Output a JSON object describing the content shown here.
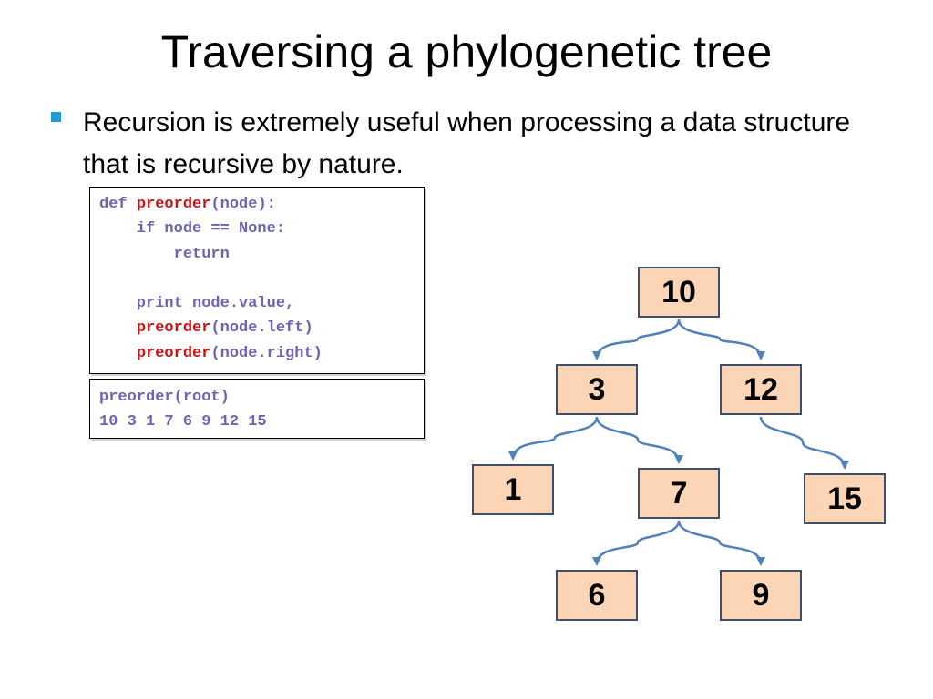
{
  "slide": {
    "title": "Traversing a phylogenetic tree",
    "bullet": "Recursion is extremely useful when processing a data structure that is recursive by nature."
  },
  "code": {
    "line1_kw": "def ",
    "line1_fn": "preorder",
    "line1_rest": "(node):",
    "line2": "    if node == None:",
    "line3": "        return",
    "line5": "    print node.value,",
    "line6_fn": "preorder",
    "line6_rest": "(node.left)",
    "line7_fn": "preorder",
    "line7_rest": "(node.right)"
  },
  "output": {
    "call": "preorder(root)",
    "result": "10 3 1 7 6 9 12 15"
  },
  "tree": {
    "nodes": [
      {
        "id": "n10",
        "label": "10"
      },
      {
        "id": "n3",
        "label": "3"
      },
      {
        "id": "n12",
        "label": "12"
      },
      {
        "id": "n1",
        "label": "1"
      },
      {
        "id": "n7",
        "label": "7"
      },
      {
        "id": "n15",
        "label": "15"
      },
      {
        "id": "n6",
        "label": "6"
      },
      {
        "id": "n9",
        "label": "9"
      }
    ],
    "edges": [
      [
        "n10",
        "n3"
      ],
      [
        "n10",
        "n12"
      ],
      [
        "n3",
        "n1"
      ],
      [
        "n3",
        "n7"
      ],
      [
        "n12",
        "n15"
      ],
      [
        "n7",
        "n6"
      ],
      [
        "n7",
        "n9"
      ]
    ]
  },
  "colors": {
    "bullet": "#1f9bd7",
    "code_text": "#6a64b5",
    "code_function": "#cc1414",
    "node_fill": "#fbd5b5",
    "node_border": "#3e4f6e",
    "edge": "#4f81bd"
  }
}
